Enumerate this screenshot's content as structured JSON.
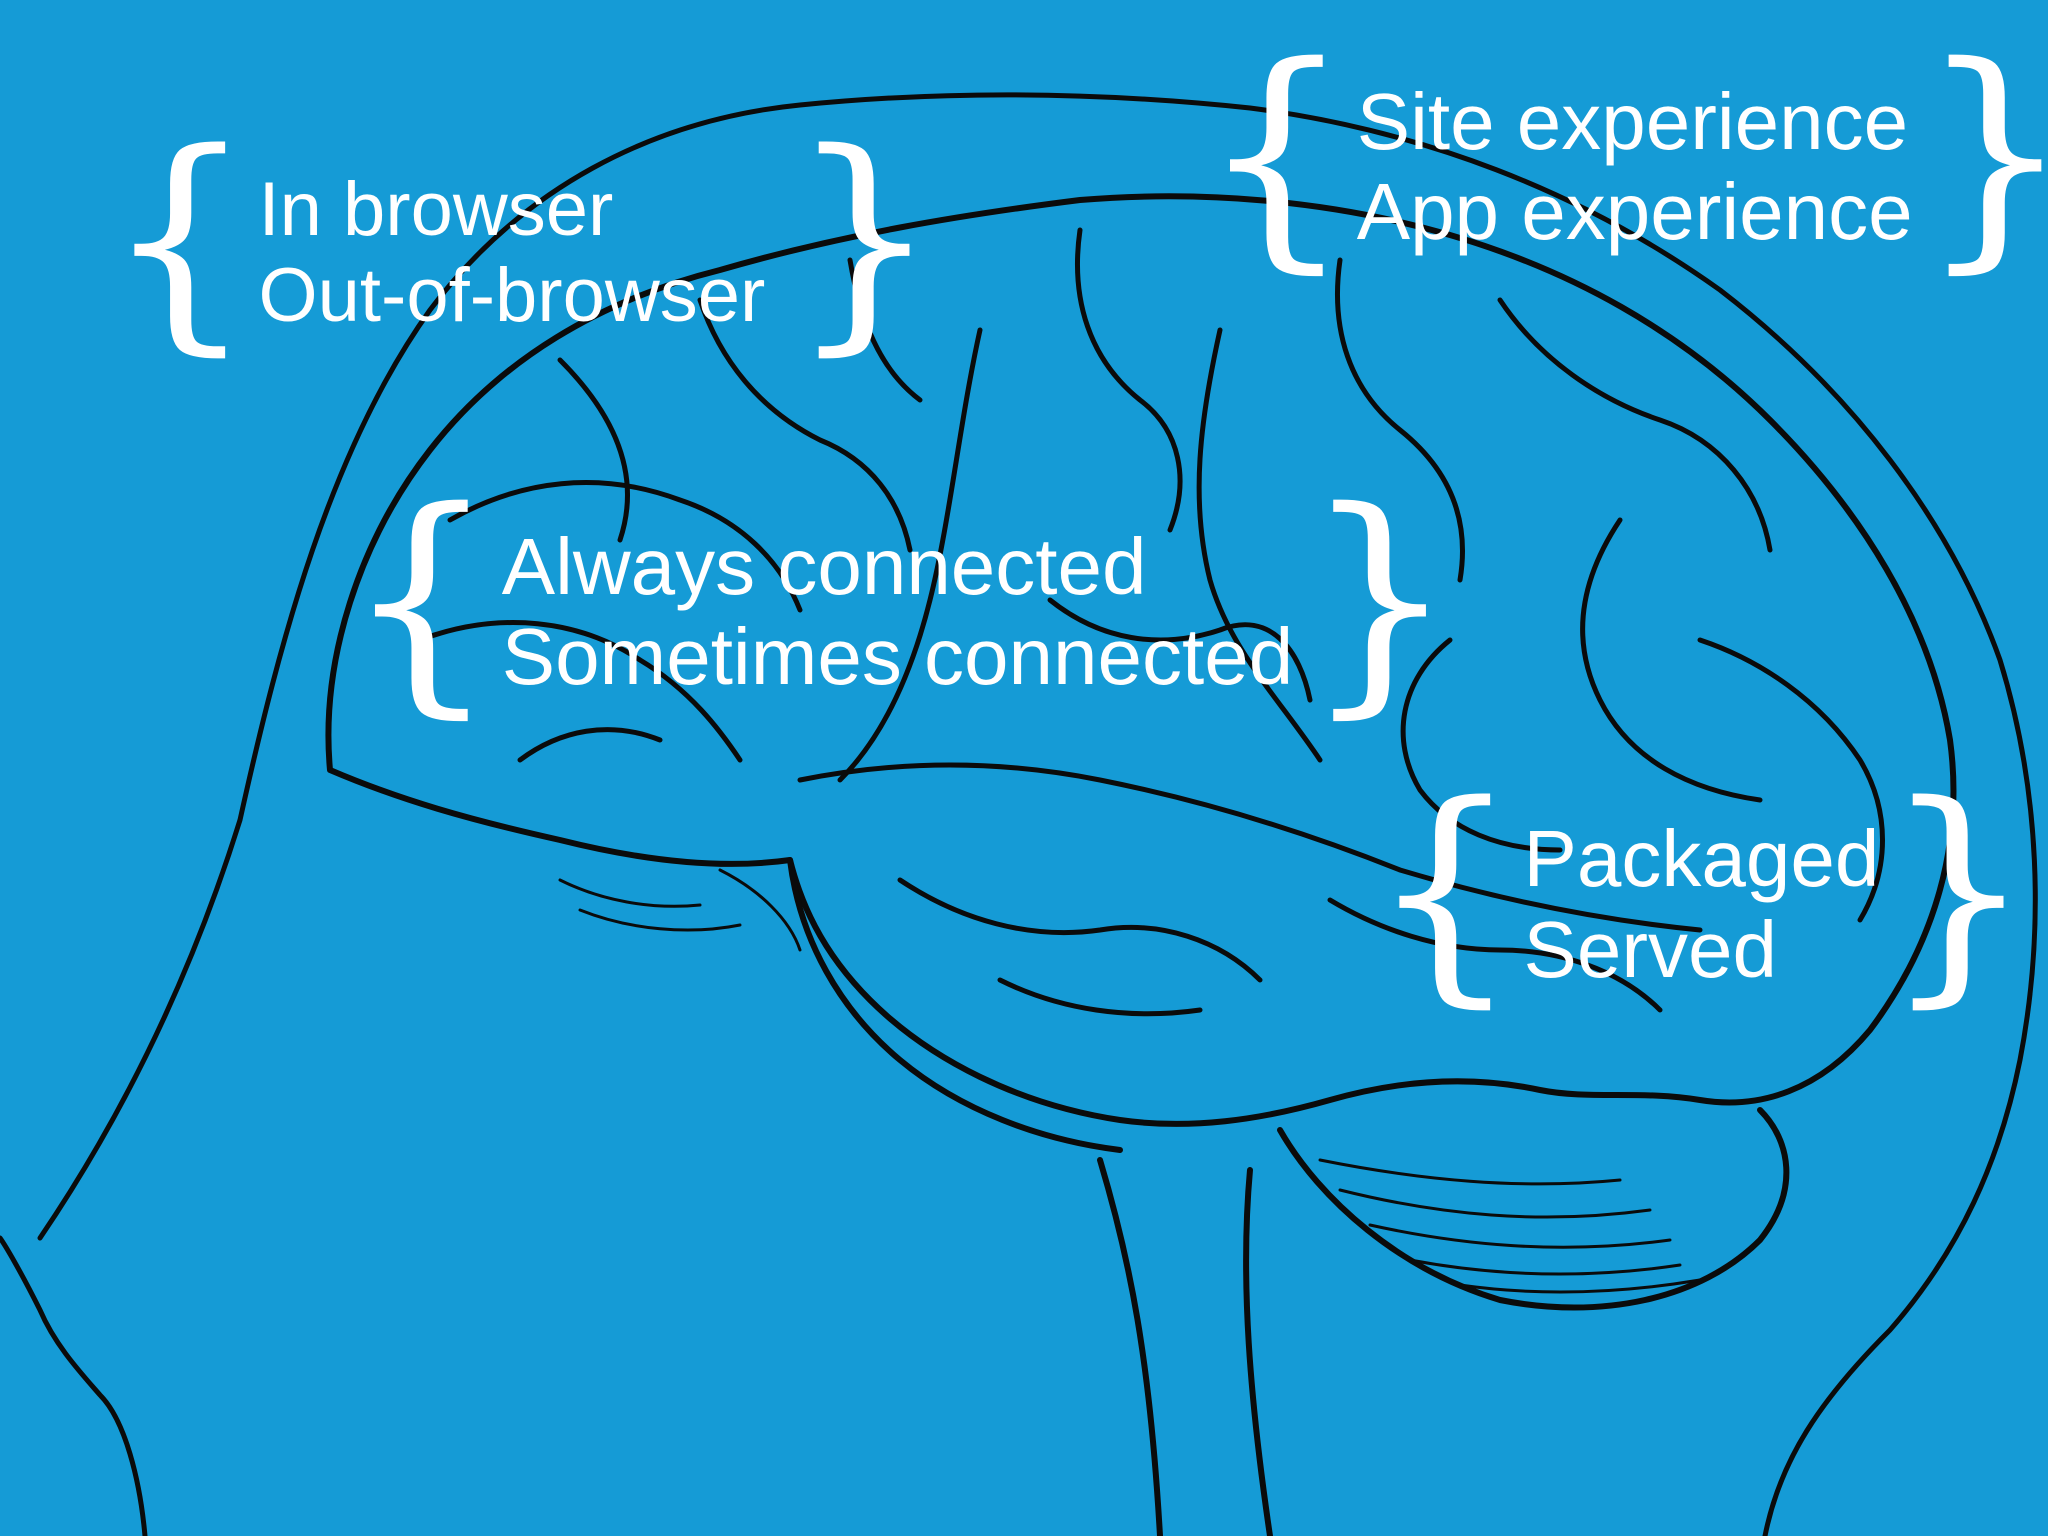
{
  "slide": {
    "background_color": "#159bd6",
    "line_color": "#0b0b0b",
    "text_color": "#ffffff"
  },
  "groups": {
    "browser": {
      "open_brace": "{",
      "close_brace": "}",
      "lines": [
        "In browser",
        "Out-of-browser"
      ]
    },
    "experience": {
      "open_brace": "{",
      "close_brace": "}",
      "lines": [
        "Site experience",
        "App experience"
      ]
    },
    "connection": {
      "open_brace": "{",
      "close_brace": "}",
      "lines": [
        "Always connected",
        "Sometimes connected"
      ]
    },
    "delivery": {
      "open_brace": "{",
      "close_brace": "}",
      "lines": [
        "Packaged",
        "Served"
      ]
    }
  },
  "illustration": {
    "icon": "human-head-brain-illustration"
  }
}
